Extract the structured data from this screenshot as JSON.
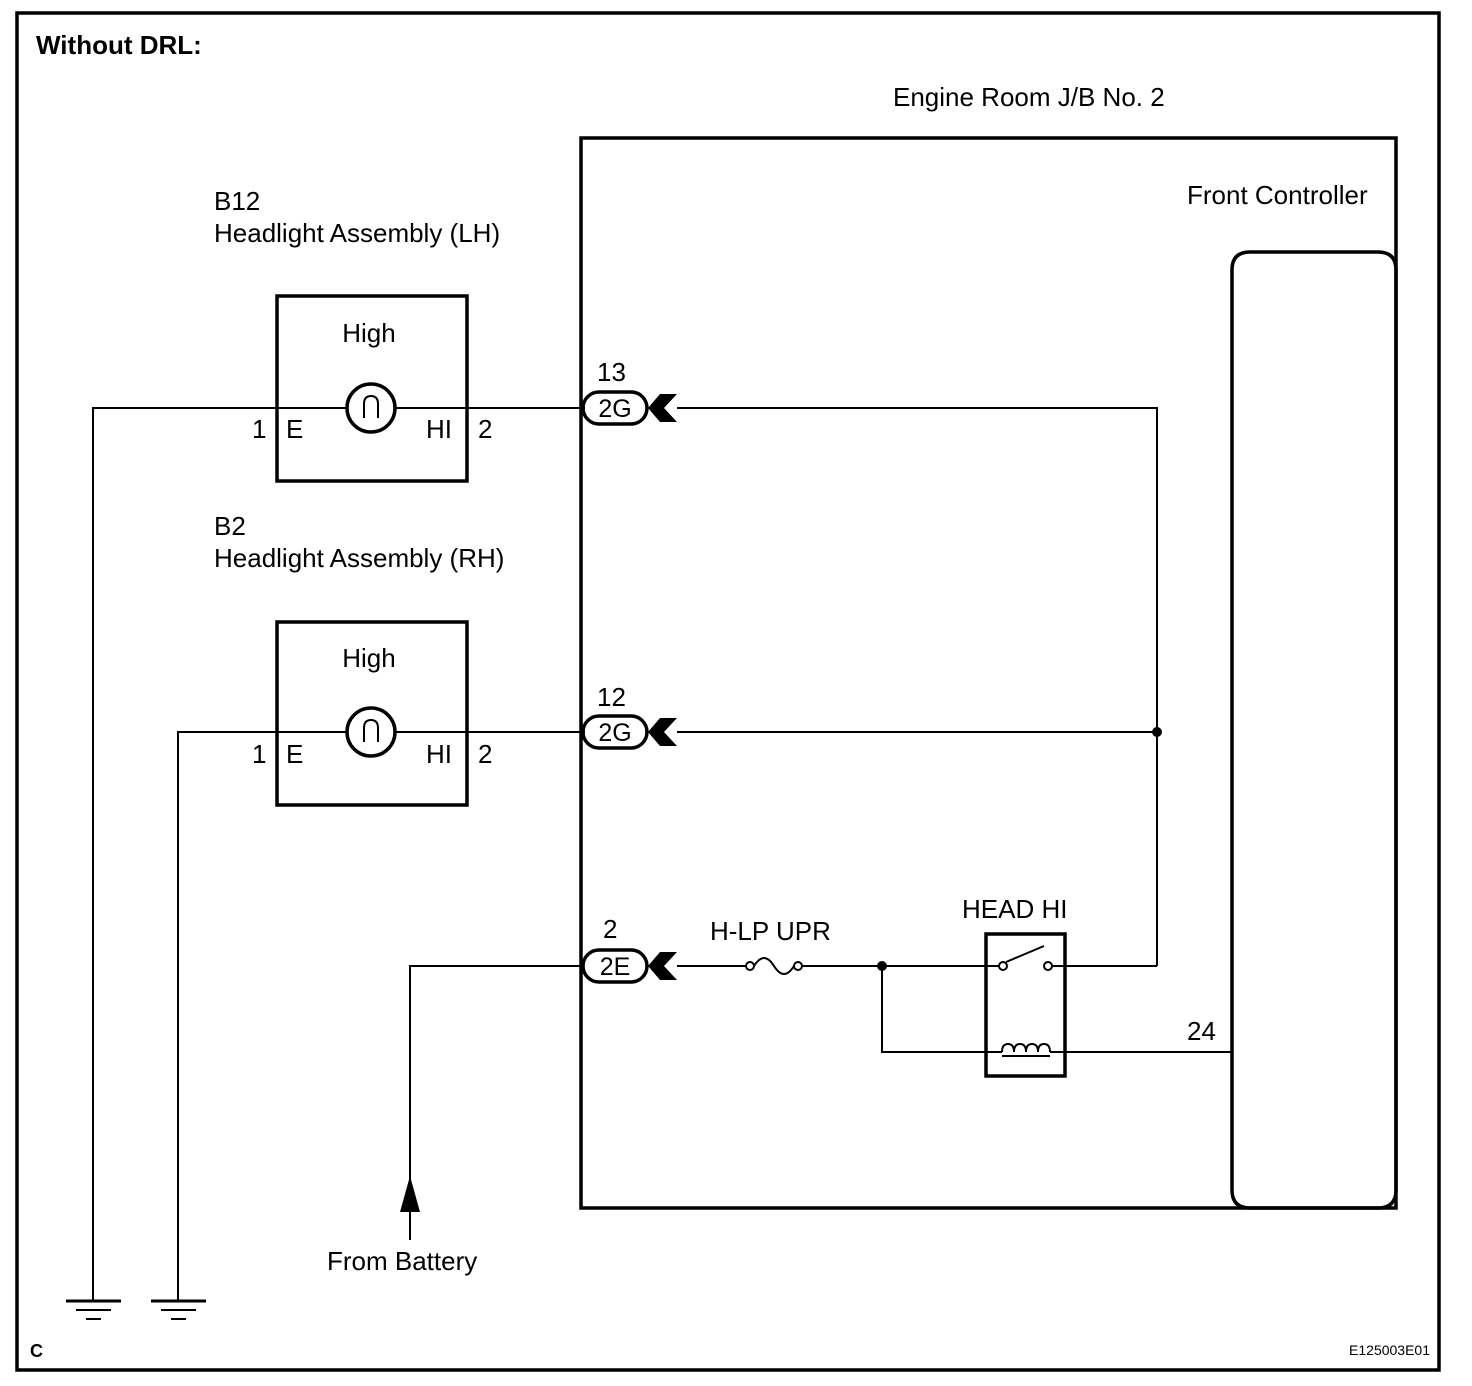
{
  "title": "Without DRL:",
  "jb_label": "Engine Room J/B No. 2",
  "controller_label": "Front Controller",
  "lh": {
    "code": "B12",
    "name": "Headlight Assembly (LH)",
    "filament": "High",
    "pin_e_num": "1",
    "pin_e": "E",
    "pin_hi": "HI",
    "pin_hi_num": "2",
    "connector_pin": "13",
    "connector": "2G"
  },
  "rh": {
    "code": "B2",
    "name": "Headlight Assembly (RH)",
    "filament": "High",
    "pin_e_num": "1",
    "pin_e": "E",
    "pin_hi": "HI",
    "pin_hi_num": "2",
    "connector_pin": "12",
    "connector": "2G"
  },
  "battery_connector_pin": "2",
  "battery_connector": "2E",
  "fuse_label": "H-LP UPR",
  "relay_label": "HEAD HI",
  "controller_pin": "24",
  "from_battery": "From Battery",
  "corner_left": "C",
  "figure_id": "E125003E01"
}
